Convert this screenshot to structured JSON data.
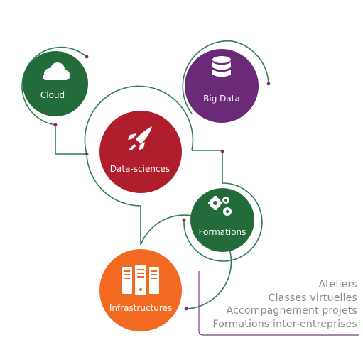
{
  "colors": {
    "connector": "#2e7d55",
    "connector_purple": "#7a3a82",
    "dot": "#8a2a6a",
    "cloud": "#236b3a",
    "bigdata": "#6b2a78",
    "datasciences": "#b01e2e",
    "formations": "#236b3a",
    "infrastructures": "#f26a22",
    "sublist_text": "#8a8a8a"
  },
  "nodes": {
    "cloud": {
      "label": "Cloud",
      "icon": "cloud-icon"
    },
    "bigdata": {
      "label": "Big Data",
      "icon": "database-icon"
    },
    "datasciences": {
      "label": "Data-sciences",
      "icon": "rocket-icon"
    },
    "formations": {
      "label": "Formations",
      "icon": "gears-icon"
    },
    "infrastructures": {
      "label": "Infrastructures",
      "icon": "servers-icon"
    }
  },
  "formations_list": [
    "Ateliers",
    "Classes virtuelles",
    "Accompagnement projets",
    "Formations inter-entreprises"
  ]
}
